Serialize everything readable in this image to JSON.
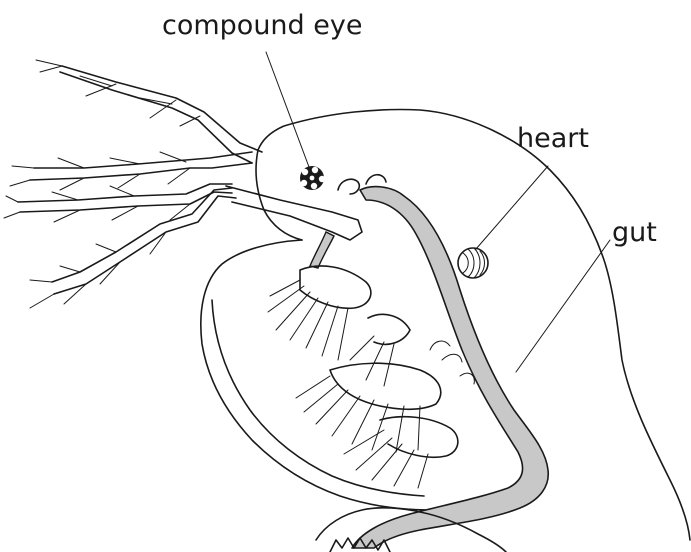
{
  "labels": {
    "compound_eye": "compound eye",
    "heart": "heart",
    "gut": "gut"
  },
  "colors": {
    "outline": "#1a1a1a",
    "gut_fill": "#c8c8c8",
    "background": "#ffffff"
  }
}
